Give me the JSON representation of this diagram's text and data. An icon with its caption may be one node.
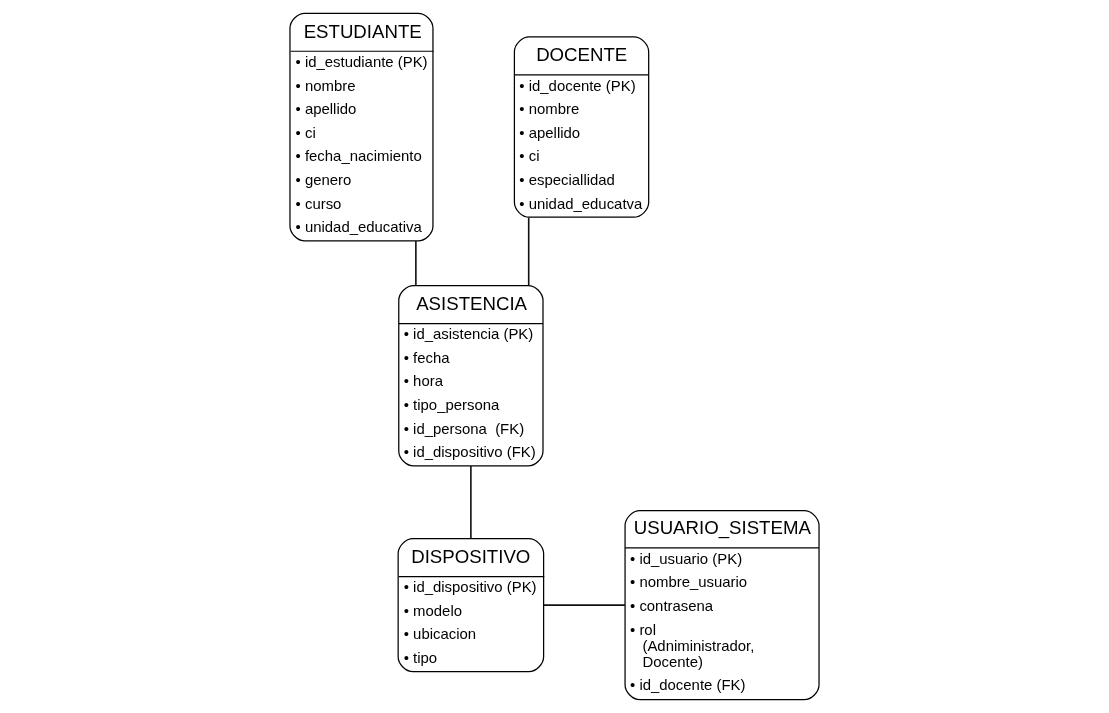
{
  "diagram": {
    "nodes": [
      {
        "text": [
          "ESTUDIANTE",
          "• id_estudiante (PK)",
          "• nombre",
          "• apellido",
          "• ci",
          "• fecha_nacimiento",
          "• genero",
          "• curso",
          "• unidad_educativa"
        ]
      },
      {
        "text": [
          "DOCENTE",
          "• id_docente (PK)",
          "• nombre",
          "• apellido",
          "• ci",
          "• especiallidad",
          "• unidad_educatva"
        ]
      },
      {
        "text": [
          "ASISTENCIA",
          "• id_asistencia (PK)",
          "• fecha",
          "• hora",
          "• tipo_persona",
          "• id_persona  (FK)",
          "• id_dispositivo (FK)"
        ]
      },
      {
        "text": [
          "USUARIO_SISTEMA",
          "• id_usuario (PK)",
          "• nombre_usuario",
          "• contrasena",
          "• rol (Adniministrador, Docente)",
          "• id_docente (FK)"
        ]
      },
      {
        "text": [
          "DISPOSITIVO",
          "• id_dispositivo (PK)",
          "• modelo",
          "• ubicacion",
          "• tipo"
        ]
      }
    ],
    "edges": [
      {
        "from": 0,
        "to": 2,
        "arrow": "none"
      },
      {
        "from": 1,
        "to": 2,
        "arrow": "none"
      },
      {
        "from": 2,
        "to": 4,
        "arrow": "none"
      },
      {
        "from": 4,
        "to": 3,
        "arrow": "none"
      }
    ]
  }
}
